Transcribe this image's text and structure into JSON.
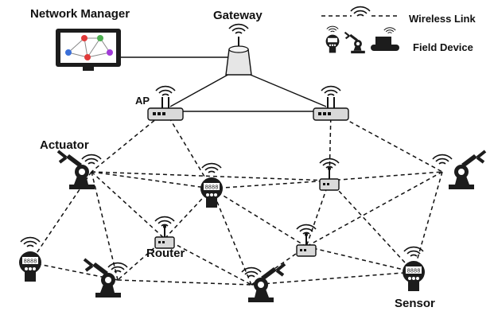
{
  "labels": {
    "network_manager": "Network Manager",
    "gateway": "Gateway",
    "ap": "AP",
    "actuator": "Actuator",
    "router": "Router",
    "sensor": "Sensor"
  },
  "legend": {
    "wireless_link": "Wireless Link",
    "field_device": "Field Device"
  },
  "sensor_display": "8888",
  "colors": {
    "device_dark": "#1c1c1c",
    "router_body": "#d9d9d9",
    "gateway_body": "#e6e6e6",
    "link_line": "#111111",
    "screen_node_red": "#e03a3a",
    "screen_node_green": "#4caf50",
    "screen_node_blue": "#3a6fd8",
    "screen_node_purple": "#a13ad8"
  }
}
